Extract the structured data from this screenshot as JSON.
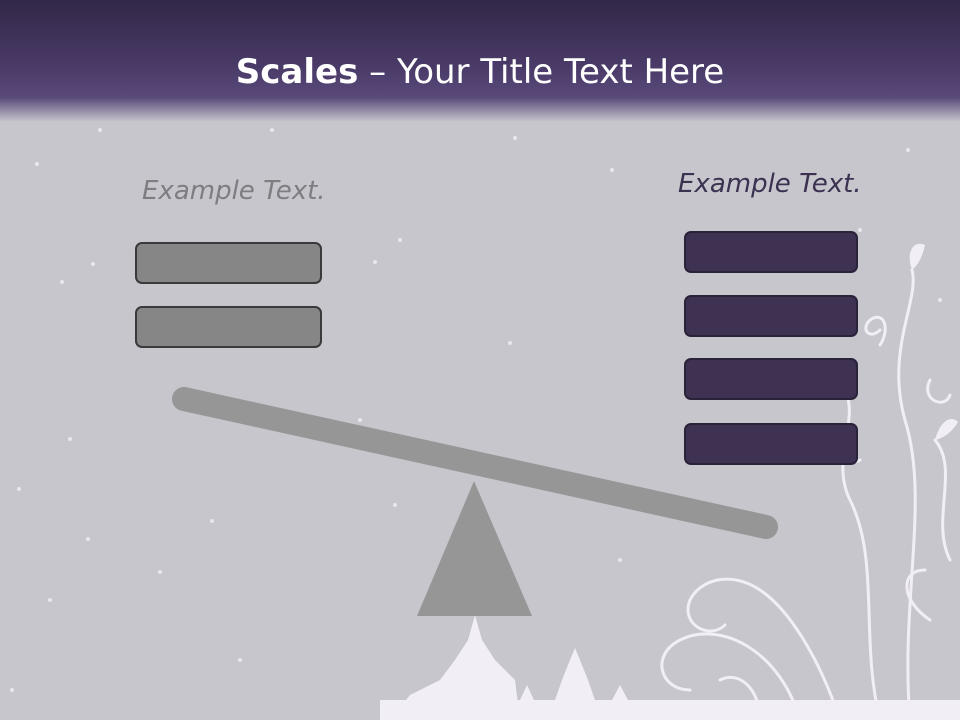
{
  "slide": {
    "title_bold": "Scales",
    "title_rest": " – Your Title Text Here",
    "left_label": "Example Text.",
    "right_label": "Example Text."
  },
  "colors": {
    "header": "#433660",
    "background": "#c7c6cd",
    "left_boxes": "#868686",
    "right_boxes": "#3f3152",
    "beam": "#969696"
  },
  "counts": {
    "left_boxes": 2,
    "right_boxes": 4
  }
}
